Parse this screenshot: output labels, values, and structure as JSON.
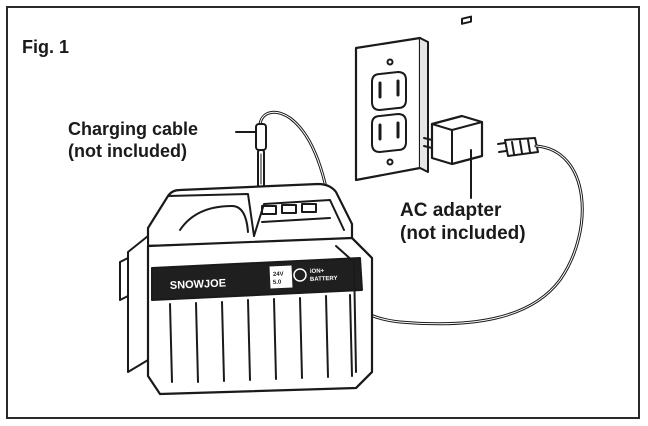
{
  "figure": {
    "label": "Fig. 1"
  },
  "callouts": {
    "charging_cable": [
      "Charging cable",
      "(not included)"
    ],
    "ac_adapter": [
      "AC adapter",
      "(not included)"
    ]
  },
  "battery": {
    "brand": "SNOWJOE",
    "badge_left": "24V\n5.0",
    "badge_right": "iON+\nBATTERY"
  },
  "colors": {
    "line": "#1a1a1a",
    "background": "#ffffff"
  }
}
